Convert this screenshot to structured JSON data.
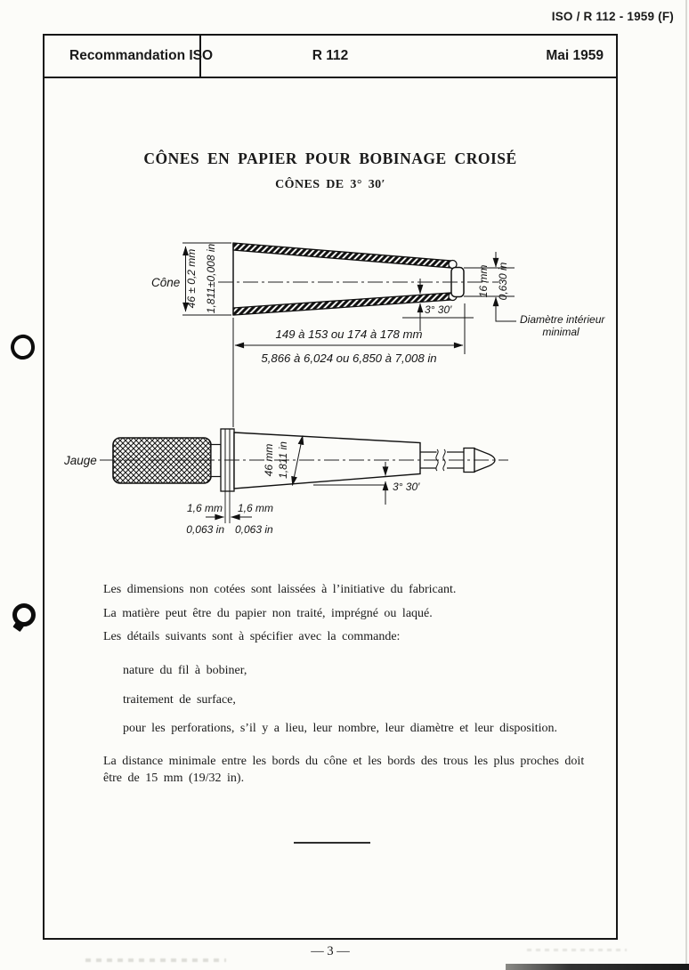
{
  "page": {
    "doc_ref": "ISO / R 112 - 1959 (F)",
    "number": "— 3 —"
  },
  "header": {
    "org": "Recommandation ISO",
    "number": "R 112",
    "date": "Mai 1959"
  },
  "title": {
    "main": "CÔNES EN PAPIER POUR BOBINAGE CROISÉ",
    "sub": "CÔNES DE 3° 30′"
  },
  "cone_diagram": {
    "label": "Cône",
    "height_mm": "46 ± 0,2 mm",
    "height_in": "1,811±0,008 in",
    "bore_mm": "16 mm",
    "bore_in": "0,630 in",
    "angle": "3° 30′",
    "length_mm": "149 à 153 ou 174 à 178 mm",
    "length_in": "5,866 à 6,024 ou 6,850 à 7,008 in",
    "bore_note_1": "Diamètre intérieur",
    "bore_note_2": "minimal"
  },
  "gauge_diagram": {
    "label": "Jauge",
    "height_mm": "46 mm",
    "height_in": "1,811 in",
    "angle": "3° 30′",
    "plate1_mm": "1,6 mm",
    "plate1_in": "0,063 in",
    "plate2_mm": "1,6 mm",
    "plate2_in": "0,063 in"
  },
  "body": {
    "p1": "Les dimensions non cotées sont laissées à l’initiative du fabricant.",
    "p2": "La matière peut être du papier non traité, imprégné ou laqué.",
    "p3": "Les détails suivants sont à spécifier avec la commande:",
    "list": [
      "nature du fil à bobiner,",
      "traitement de surface,",
      "pour les perforations, s’il y a lieu, leur nombre, leur diamètre et leur disposition."
    ],
    "closing_1": "La distance minimale entre les bords du cône et les bords des trous les plus proches doit",
    "closing_2": "être de 15 mm (19/32 in)."
  }
}
